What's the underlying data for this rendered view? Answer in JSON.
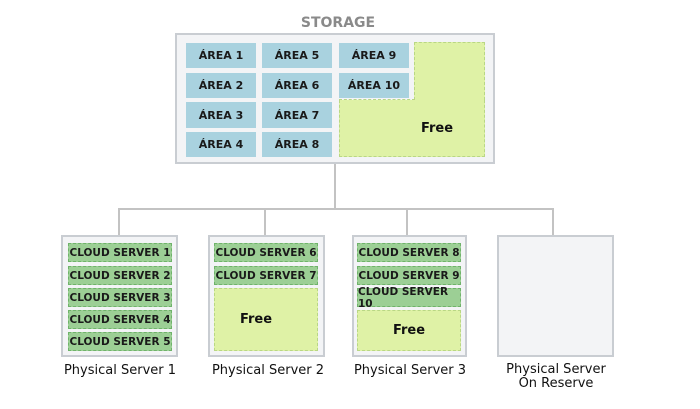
{
  "storage": {
    "title": "STORAGE",
    "areas": [
      "ÁREA 1",
      "ÁREA 2",
      "ÁREA 3",
      "ÁREA 4",
      "ÁREA 5",
      "ÁREA 6",
      "ÁREA 7",
      "ÁREA 8",
      "ÁREA 9",
      "ÁREA 10"
    ],
    "free_label": "Free"
  },
  "servers": [
    {
      "label": "Physical Server 1",
      "cloud_servers": [
        "CLOUD SERVER 1",
        "CLOUD SERVER 2",
        "CLOUD SERVER 3",
        "CLOUD SERVER 4",
        "CLOUD SERVER 5"
      ],
      "free_label": ""
    },
    {
      "label": "Physical Server 2",
      "cloud_servers": [
        "CLOUD SERVER 6",
        "CLOUD SERVER 7"
      ],
      "free_label": "Free"
    },
    {
      "label": "Physical Server 3",
      "cloud_servers": [
        "CLOUD SERVER 8",
        "CLOUD SERVER 9",
        "CLOUD SERVER 10"
      ],
      "free_label": "Free"
    },
    {
      "label_line1": "Physical Server",
      "label_line2": "On Reserve",
      "cloud_servers": [],
      "free_label": ""
    }
  ],
  "colors": {
    "area_fill": "#a9d2df",
    "free_fill": "#dff2a6",
    "cloud_server_fill": "#9ccf95",
    "box_border": "#c9cdd2",
    "connector": "#c3c3c3"
  }
}
